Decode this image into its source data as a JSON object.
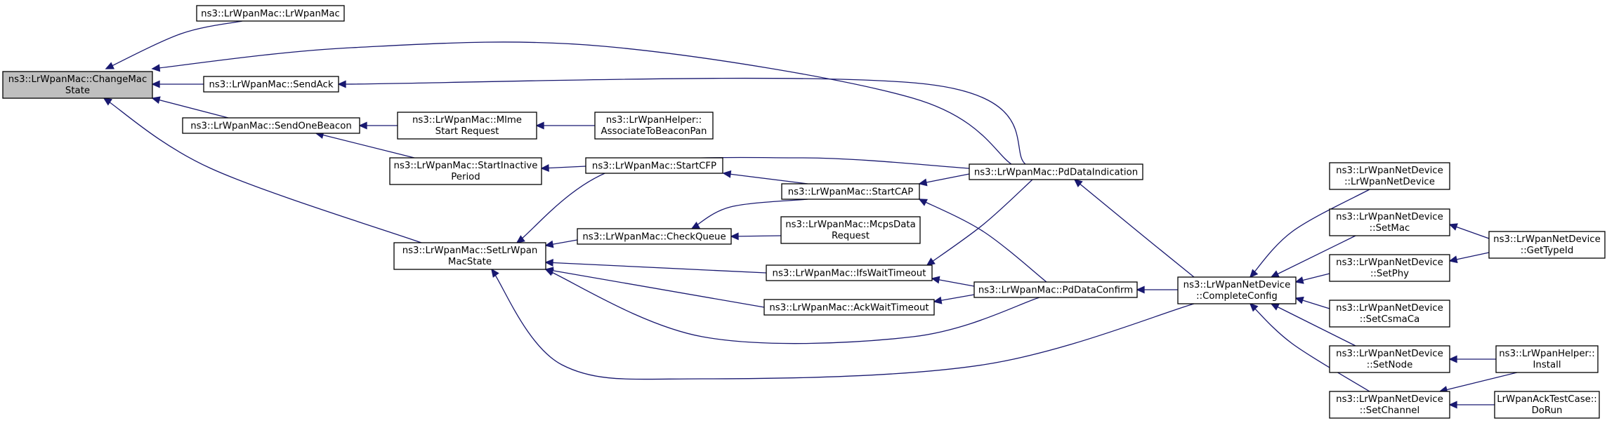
{
  "graph": {
    "nodes": [
      {
        "id": "changeMacState",
        "lines": [
          "ns3::LrWpanMac::ChangeMac",
          "State"
        ],
        "root": true
      },
      {
        "id": "ctor",
        "lines": [
          "ns3::LrWpanMac::LrWpanMac"
        ]
      },
      {
        "id": "sendAck",
        "lines": [
          "ns3::LrWpanMac::SendAck"
        ]
      },
      {
        "id": "sendOneBeacon",
        "lines": [
          "ns3::LrWpanMac::SendOneBeacon"
        ]
      },
      {
        "id": "mlmeStart",
        "lines": [
          "ns3::LrWpanMac::Mlme",
          "Start Request"
        ]
      },
      {
        "id": "associateToBeacon",
        "lines": [
          "ns3::LrWpanHelper::",
          "AssociateToBeaconPan"
        ]
      },
      {
        "id": "startInactive",
        "lines": [
          "ns3::LrWpanMac::StartInactive",
          "Period"
        ]
      },
      {
        "id": "startCFP",
        "lines": [
          "ns3::LrWpanMac::StartCFP"
        ]
      },
      {
        "id": "setLrWpanMacState",
        "lines": [
          "ns3::LrWpanMac::SetLrWpan",
          "MacState"
        ]
      },
      {
        "id": "checkQueue",
        "lines": [
          "ns3::LrWpanMac::CheckQueue"
        ]
      },
      {
        "id": "startCAP",
        "lines": [
          "ns3::LrWpanMac::StartCAP"
        ]
      },
      {
        "id": "mcpsData",
        "lines": [
          "ns3::LrWpanMac::McpsData",
          "Request"
        ]
      },
      {
        "id": "ifsWait",
        "lines": [
          "ns3::LrWpanMac::IfsWaitTimeout"
        ]
      },
      {
        "id": "ackWait",
        "lines": [
          "ns3::LrWpanMac::AckWaitTimeout"
        ]
      },
      {
        "id": "pdDataIndication",
        "lines": [
          "ns3::LrWpanMac::PdDataIndication"
        ]
      },
      {
        "id": "pdDataConfirm",
        "lines": [
          "ns3::LrWpanMac::PdDataConfirm"
        ]
      },
      {
        "id": "completeConfig",
        "lines": [
          "ns3::LrWpanNetDevice",
          "::CompleteConfig"
        ]
      },
      {
        "id": "ndCtor",
        "lines": [
          "ns3::LrWpanNetDevice",
          "::LrWpanNetDevice"
        ]
      },
      {
        "id": "setMac",
        "lines": [
          "ns3::LrWpanNetDevice",
          "::SetMac"
        ]
      },
      {
        "id": "setPhy",
        "lines": [
          "ns3::LrWpanNetDevice",
          "::SetPhy"
        ]
      },
      {
        "id": "setCsmaCa",
        "lines": [
          "ns3::LrWpanNetDevice",
          "::SetCsmaCa"
        ]
      },
      {
        "id": "setNode",
        "lines": [
          "ns3::LrWpanNetDevice",
          "::SetNode"
        ]
      },
      {
        "id": "setChannel",
        "lines": [
          "ns3::LrWpanNetDevice",
          "::SetChannel"
        ]
      },
      {
        "id": "getTypeId",
        "lines": [
          "ns3::LrWpanNetDevice",
          "::GetTypeId"
        ]
      },
      {
        "id": "install",
        "lines": [
          "ns3::LrWpanHelper::",
          "Install"
        ]
      },
      {
        "id": "doRun",
        "lines": [
          "LrWpanAckTestCase::",
          "DoRun"
        ]
      }
    ],
    "edges": [
      {
        "from": "ctor",
        "to": "changeMacState"
      },
      {
        "from": "pdDataIndication",
        "to": "changeMacState"
      },
      {
        "from": "sendAck",
        "to": "changeMacState"
      },
      {
        "from": "pdDataIndication",
        "to": "sendAck"
      },
      {
        "from": "sendOneBeacon",
        "to": "changeMacState"
      },
      {
        "from": "setLrWpanMacState",
        "to": "changeMacState"
      },
      {
        "from": "mlmeStart",
        "to": "sendOneBeacon"
      },
      {
        "from": "associateToBeacon",
        "to": "mlmeStart"
      },
      {
        "from": "startInactive",
        "to": "sendOneBeacon"
      },
      {
        "from": "startCFP",
        "to": "startInactive"
      },
      {
        "from": "startCAP",
        "to": "startCFP"
      },
      {
        "from": "pdDataIndication",
        "to": "startCAP"
      },
      {
        "from": "pdDataConfirm",
        "to": "startCAP"
      },
      {
        "from": "checkQueue",
        "to": "setLrWpanMacState"
      },
      {
        "from": "startCAP",
        "to": "checkQueue"
      },
      {
        "from": "mcpsData",
        "to": "checkQueue"
      },
      {
        "from": "pdDataIndication",
        "to": "setLrWpanMacState"
      },
      {
        "from": "ifsWait",
        "to": "setLrWpanMacState"
      },
      {
        "from": "ackWait",
        "to": "setLrWpanMacState"
      },
      {
        "from": "pdDataConfirm",
        "to": "setLrWpanMacState"
      },
      {
        "from": "completeConfig",
        "to": "setLrWpanMacState"
      },
      {
        "from": "pdDataIndication",
        "to": "ifsWait"
      },
      {
        "from": "pdDataConfirm",
        "to": "ifsWait"
      },
      {
        "from": "pdDataConfirm",
        "to": "ackWait"
      },
      {
        "from": "completeConfig",
        "to": "pdDataIndication"
      },
      {
        "from": "completeConfig",
        "to": "pdDataConfirm"
      },
      {
        "from": "ndCtor",
        "to": "completeConfig"
      },
      {
        "from": "setMac",
        "to": "completeConfig"
      },
      {
        "from": "setPhy",
        "to": "completeConfig"
      },
      {
        "from": "setCsmaCa",
        "to": "completeConfig"
      },
      {
        "from": "setNode",
        "to": "completeConfig"
      },
      {
        "from": "setChannel",
        "to": "completeConfig"
      },
      {
        "from": "getTypeId",
        "to": "setMac"
      },
      {
        "from": "getTypeId",
        "to": "setPhy"
      },
      {
        "from": "install",
        "to": "setNode"
      },
      {
        "from": "install",
        "to": "setChannel"
      },
      {
        "from": "doRun",
        "to": "setChannel"
      }
    ],
    "colors": {
      "edge": "#191970",
      "root_fill": "#bfbfbf",
      "node_fill": "#ffffff",
      "node_stroke": "#000000"
    }
  }
}
